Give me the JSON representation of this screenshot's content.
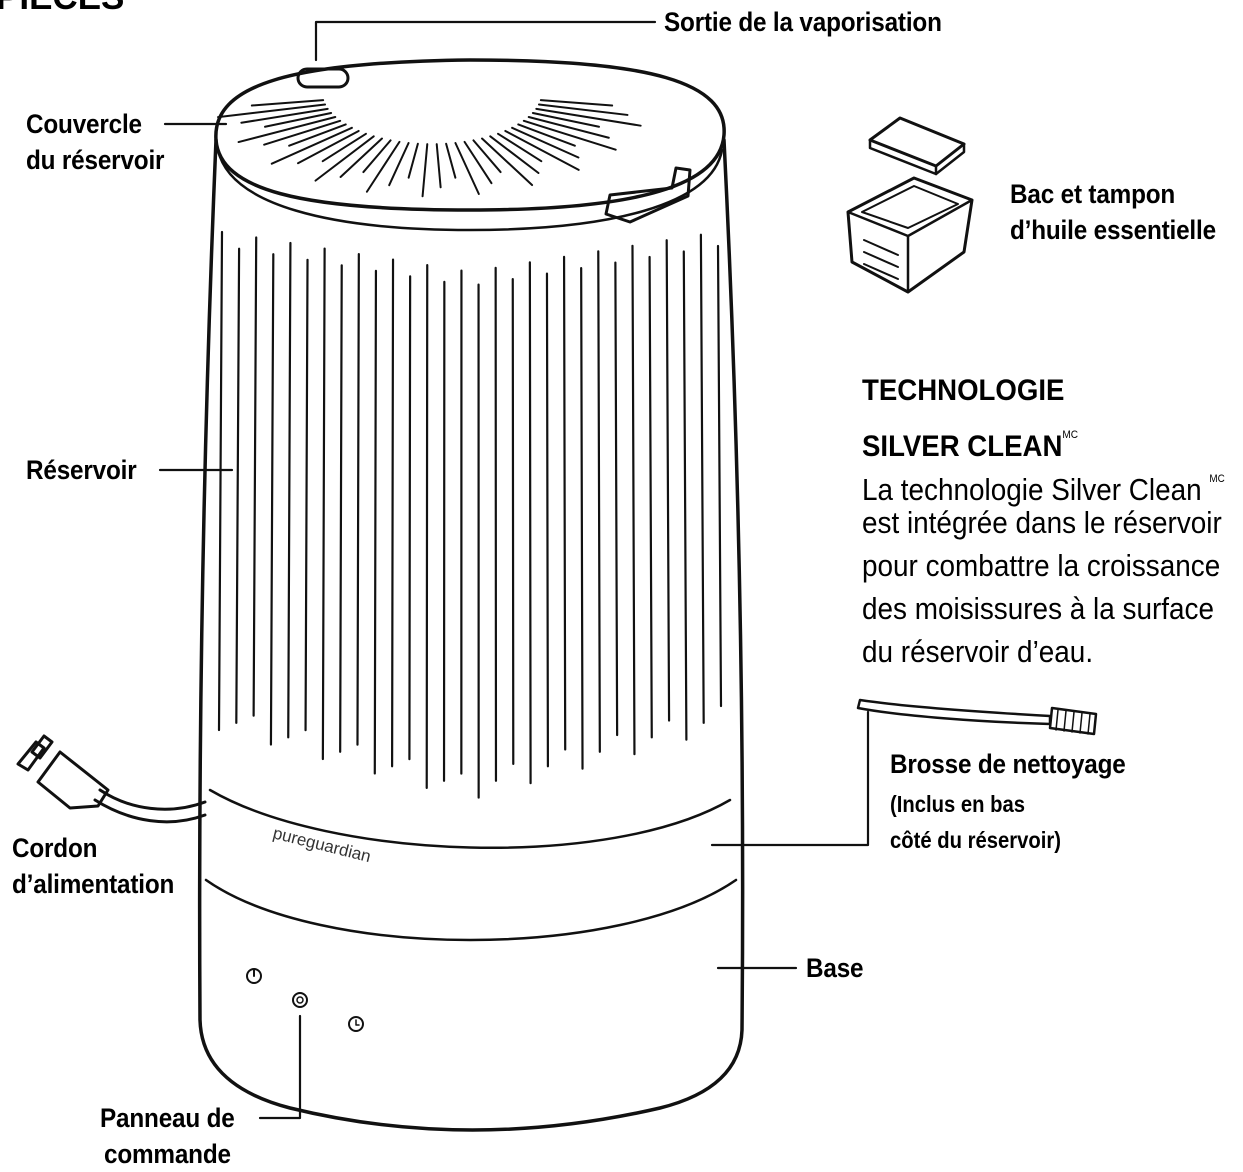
{
  "heading": "PIÈCES",
  "labels": {
    "spray_outlet": "Sortie de la vaporisation",
    "tank_lid_line1": "Couvercle",
    "tank_lid_line2": "du réservoir",
    "oil_tray_line1": "Bac et tampon",
    "oil_tray_line2": "d’huile essentielle",
    "tank": "Réservoir",
    "cord_line1": "Cordon",
    "cord_line2": "d’alimentation",
    "brush_line1": "Brosse de nettoyage",
    "brush_line2": "(Inclus en bas",
    "brush_line3": "côté du réservoir)",
    "base": "Base",
    "control_line1": "Panneau de",
    "control_line2": "commande"
  },
  "technology": {
    "title_line1": "TECHNOLOGIE",
    "title_line2": "SILVER CLEAN",
    "title_mark": "MC",
    "desc_line1": "La technologie Silver Clean",
    "desc_mark": "MC",
    "desc_line2": "est intégrée dans le réservoir",
    "desc_line3": "pour combattre la croissance",
    "desc_line4": "des moisissures à la surface",
    "desc_line5": "du réservoir d’eau."
  },
  "product": {
    "brand": "pureguardian"
  }
}
